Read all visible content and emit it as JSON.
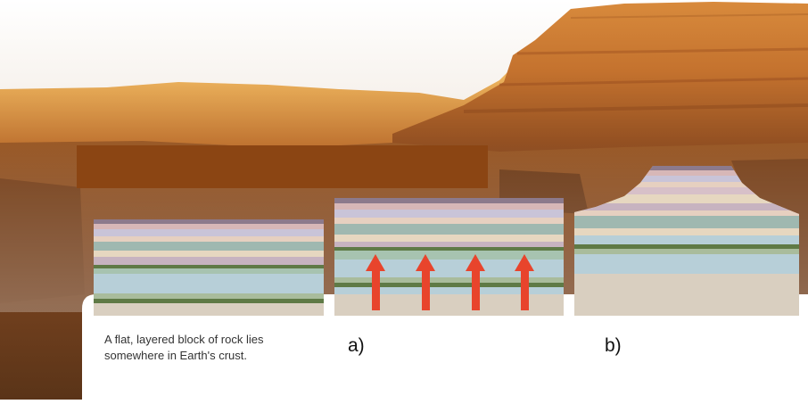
{
  "caption": "A flat, layered block of rock lies somewhere in Earth's crust.",
  "panels": [
    {
      "label": "a)",
      "arrows": 4,
      "arrow_direction": "up"
    },
    {
      "label": "b)"
    }
  ],
  "colors": {
    "sky": "#f4f1ea",
    "cliff_light": "#e8a44a",
    "cliff_mid": "#c56e2c",
    "cliff_dark": "#7a3a1c",
    "brown_bar": "#8b4513",
    "arrow": "#e8442c",
    "caption_panel": "#ffffff",
    "strata": [
      "#8c7a8c",
      "#d7b7b7",
      "#c9c4d8",
      "#9fb8b0",
      "#e6d7c0",
      "#5f7a46",
      "#b7cfd8",
      "#d9cfc0"
    ]
  },
  "icons": [
    "up-arrow-icon"
  ]
}
